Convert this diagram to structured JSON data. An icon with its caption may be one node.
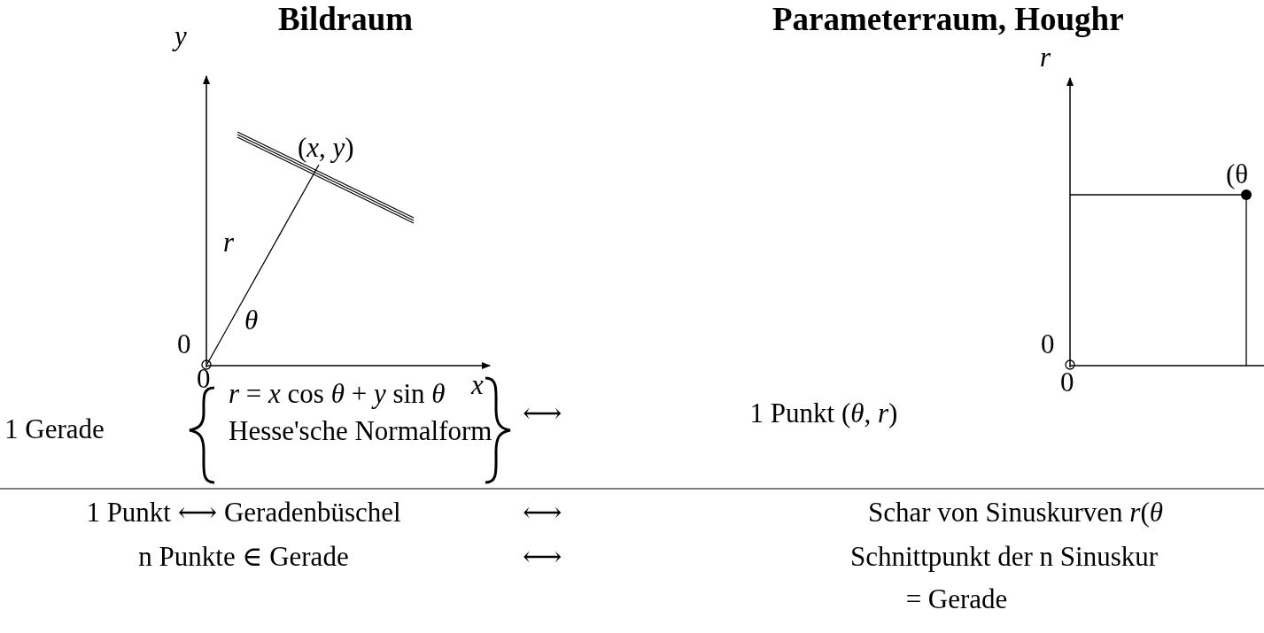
{
  "diagram": {
    "labels": [
      "Bildraum",
      "Parameterraum, Houghr",
      "y",
      "r",
      "(*x*, *y*)",
      "(θ",
      "r",
      "θ",
      "0",
      "0",
      "x",
      "0",
      "0",
      "1 Gerade",
      "*r* = *x* cos *θ* + *y* sin *θ*",
      "Hesse'sche Normalform",
      "⟷",
      "1 Punkt (*θ*, *r*)",
      "1 Punkt ⟷ Geradenbüschel",
      "⟷",
      "Schar von Sinuskurven *r*(*θ*",
      "n Punkte ∈ Gerade",
      "⟷",
      "Schnittpunkt der n Sinuskur",
      "= Gerade"
    ]
  }
}
